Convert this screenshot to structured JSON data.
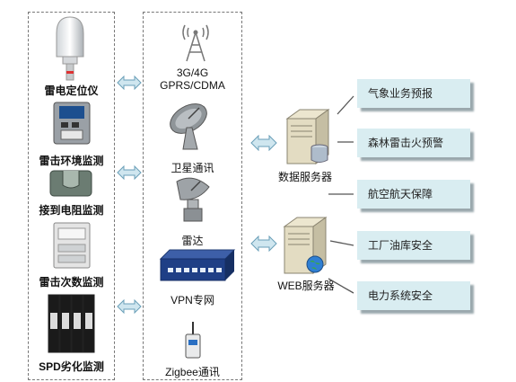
{
  "devices": {
    "items": [
      {
        "label": "雷电定位仪"
      },
      {
        "label": "雷击环境监测"
      },
      {
        "label": "接到电阻监测"
      },
      {
        "label": "雷击次数监测"
      },
      {
        "label": "SPD劣化监测"
      }
    ]
  },
  "comms": {
    "cell_line1": "3G/4G",
    "cell_line2": "GPRS/CDMA",
    "satellite": "卫星通讯",
    "radar": "雷达",
    "vpn": "VPN专网",
    "zigbee": "Zigbee通讯"
  },
  "servers": {
    "data": "数据服务器",
    "web": "WEB服务器"
  },
  "services": {
    "items": [
      {
        "label": "气象业务预报"
      },
      {
        "label": "森林雷击火预警"
      },
      {
        "label": "航空航天保障"
      },
      {
        "label": "工厂油库安全"
      },
      {
        "label": "电力系统安全"
      }
    ]
  },
  "colors": {
    "service_bg": "#d9edf1",
    "arrow_fill": "#cfe6ef",
    "arrow_stroke": "#6a9fb8",
    "border": "#777777"
  }
}
